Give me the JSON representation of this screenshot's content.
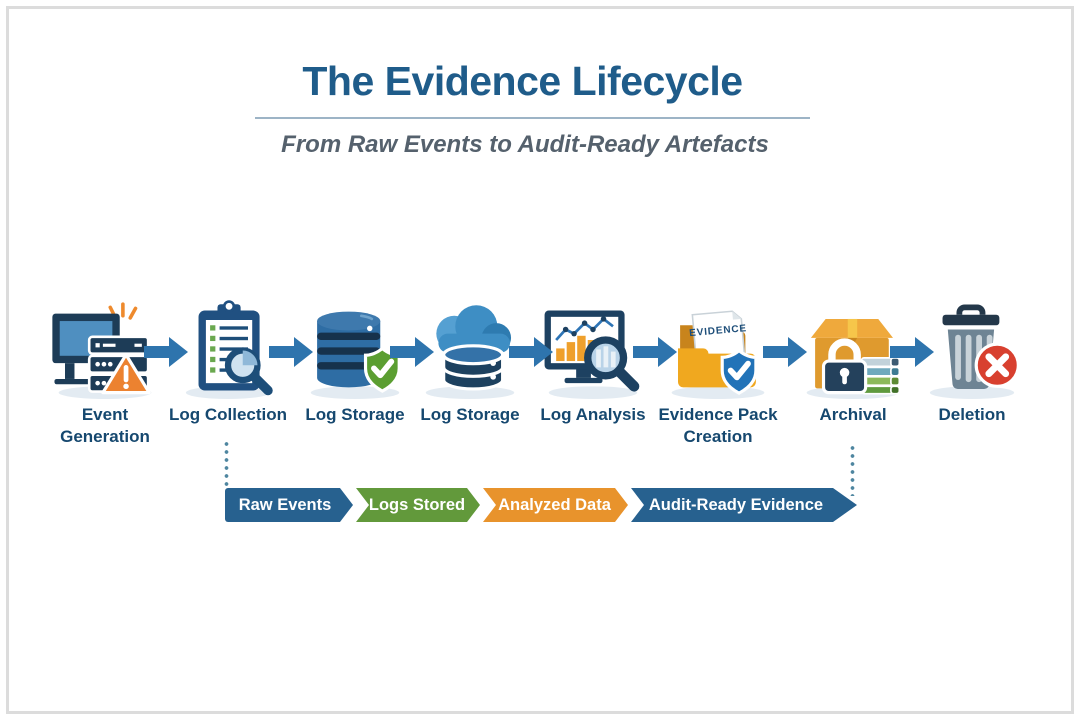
{
  "header": {
    "title": "The Evidence Lifecycle",
    "subtitle": "From Raw Events to Audit-Ready Artefacts"
  },
  "stages": [
    {
      "label": "Event Generation",
      "icon": "server-alert-icon"
    },
    {
      "label": "Log Collection",
      "icon": "clipboard-magnifier-icon"
    },
    {
      "label": "Log Storage",
      "icon": "database-shield-icon"
    },
    {
      "label": "Log Storage",
      "icon": "cloud-database-icon"
    },
    {
      "label": "Log Analysis",
      "icon": "monitor-chart-magnifier-icon"
    },
    {
      "label": "Evidence Pack Creation",
      "icon": "evidence-folder-shield-icon"
    },
    {
      "label": "Archival",
      "icon": "archive-box-lock-icon"
    },
    {
      "label": "Deletion",
      "icon": "trash-delete-icon"
    }
  ],
  "evidence_label": "EVIDENCE",
  "banner": {
    "segments": [
      {
        "label": "Raw Events",
        "color": "#27618f"
      },
      {
        "label": "Logs Stored",
        "color": "#62993b"
      },
      {
        "label": "Analyzed Data",
        "color": "#e8932c"
      },
      {
        "label": "Audit-Ready Evidence",
        "color": "#27618f"
      }
    ]
  },
  "colors": {
    "arrow_blue": "#2e74ad",
    "title_blue": "#1f5c8a",
    "label_navy": "#16486f",
    "dotted_connector": "#4f86a0"
  }
}
